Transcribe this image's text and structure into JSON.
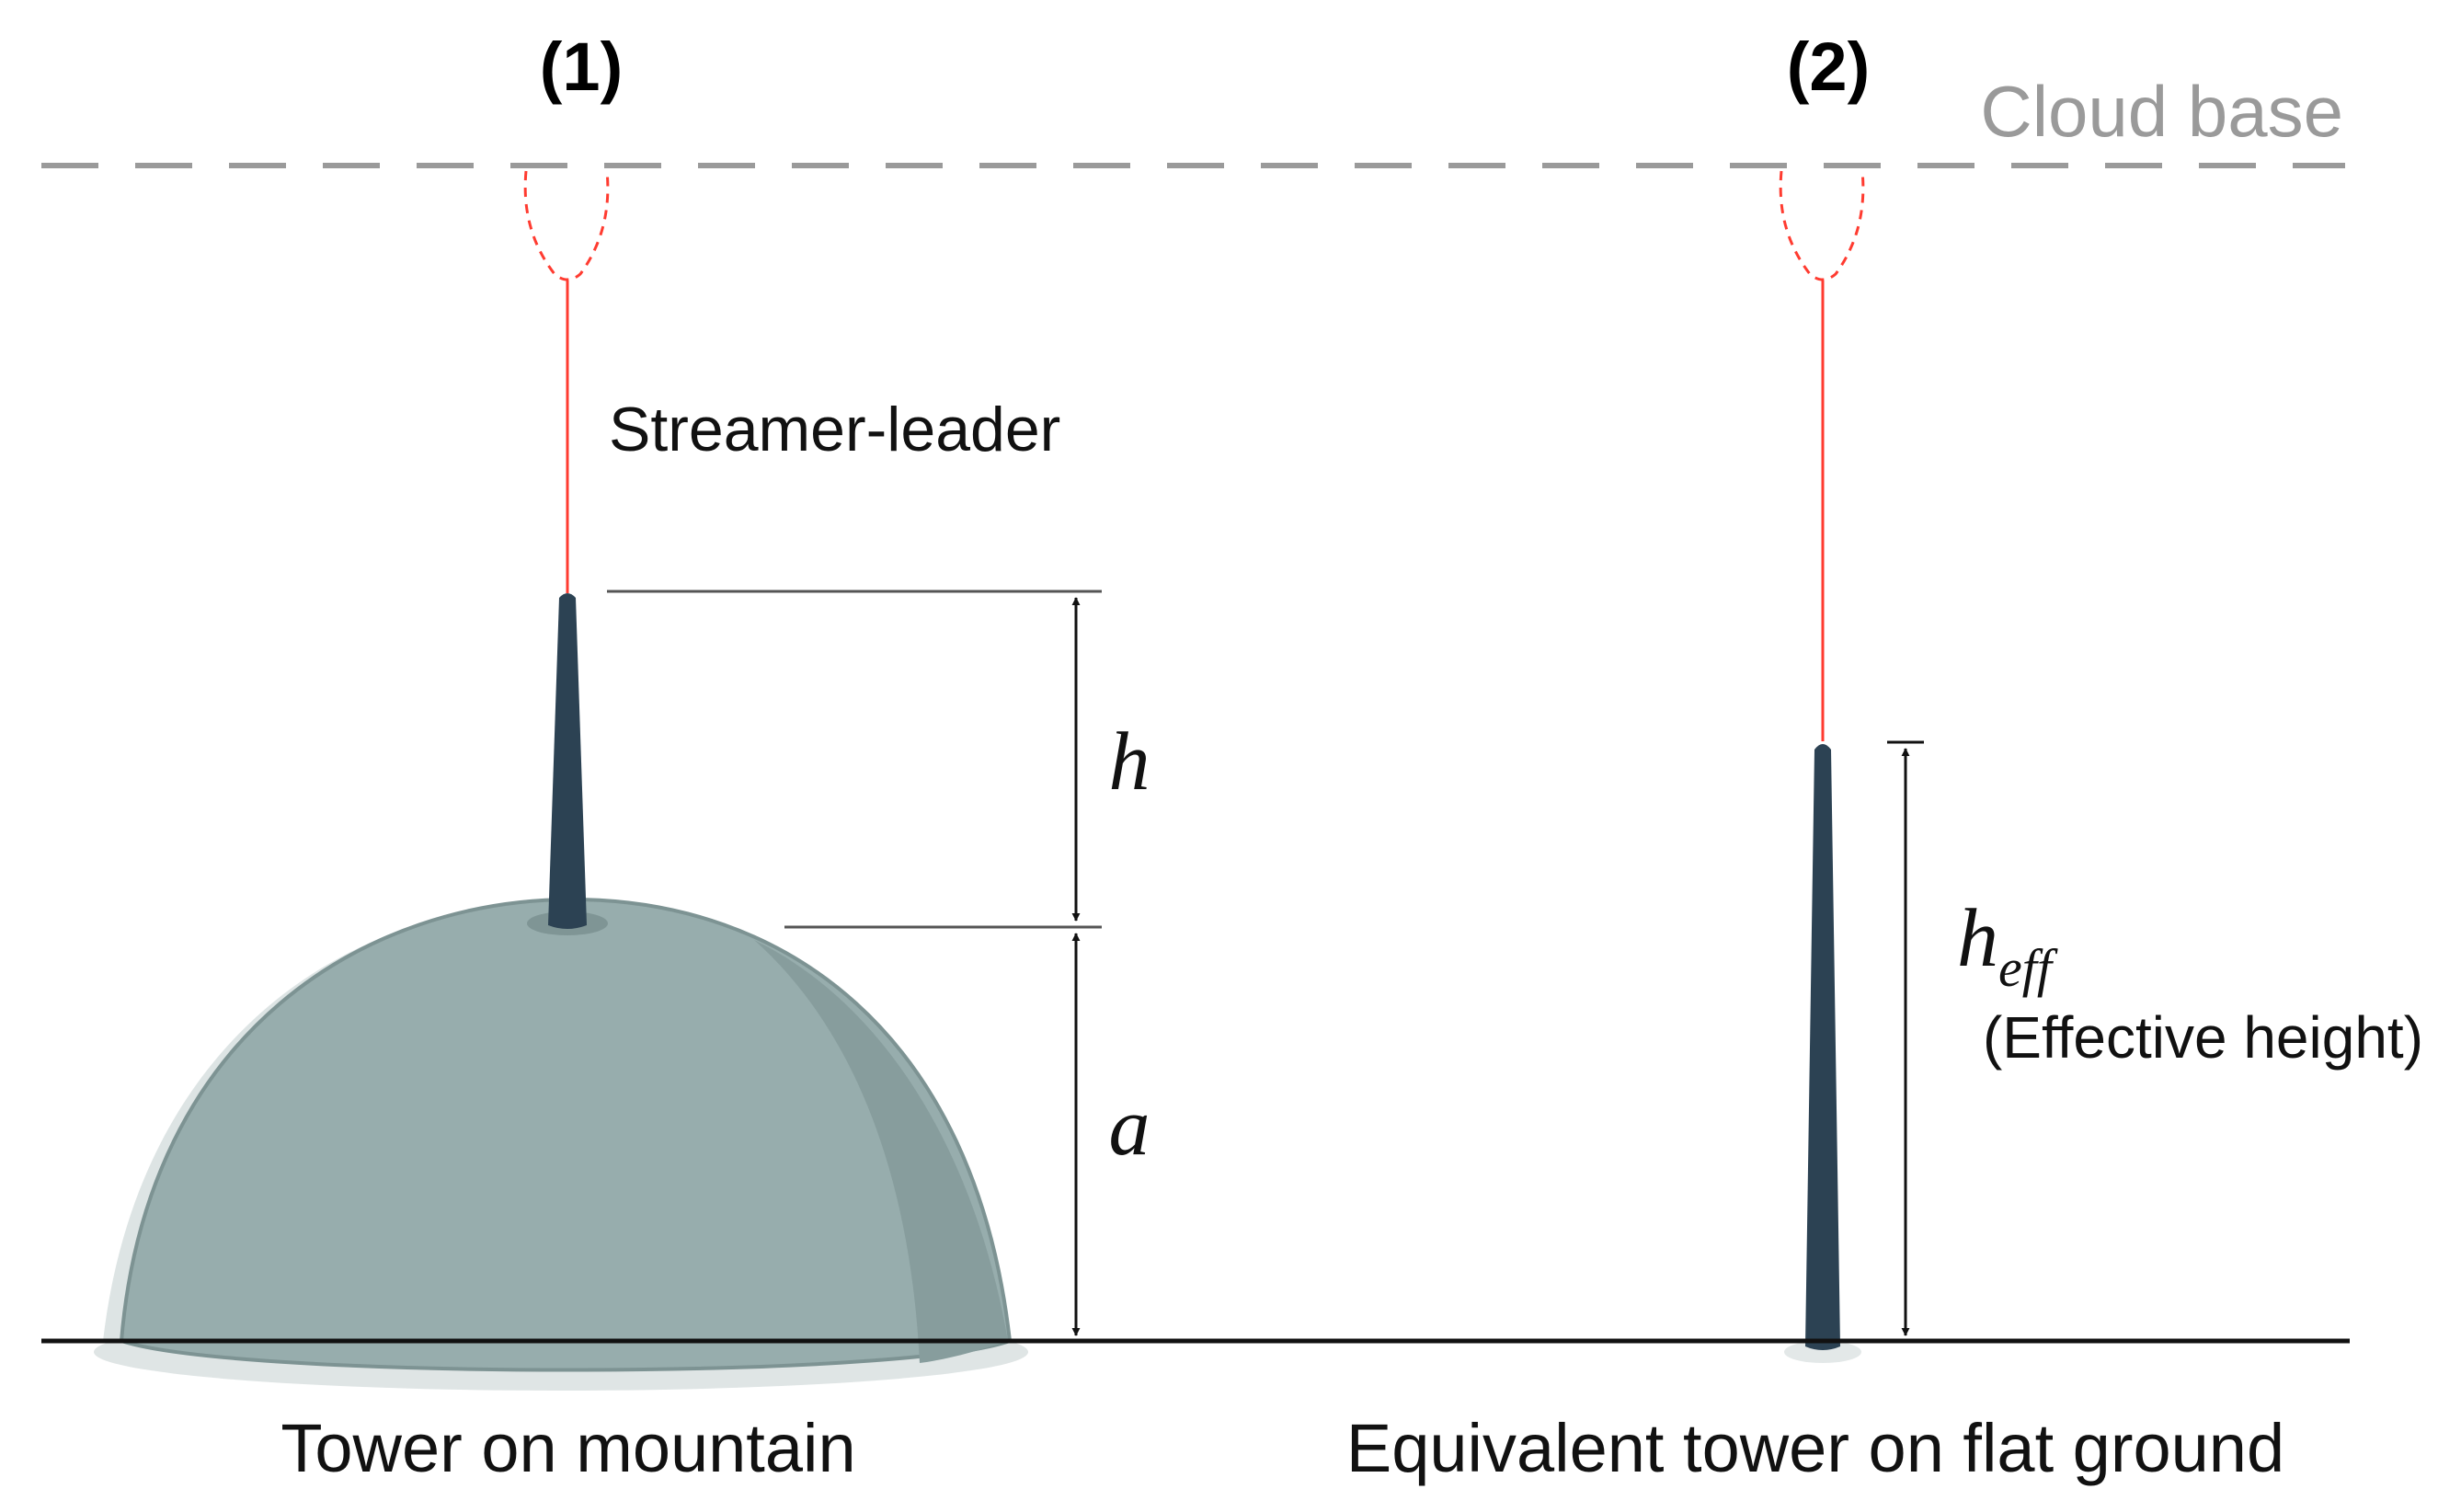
{
  "panels": {
    "left_number": "(1)",
    "right_number": "(2)"
  },
  "cloud_base_label": "Cloud base",
  "streamer_label": "Streamer-leader",
  "dimensions": {
    "h_symbol": "h",
    "a_symbol": "a",
    "heff_base": "h",
    "heff_subscript": "eff",
    "heff_caption": "(Effective height)"
  },
  "captions": {
    "left": "Tower on mountain",
    "right": "Equivalent tower on flat ground"
  },
  "colors": {
    "cloud_base_line": "#9a9a9a",
    "streamer": "#ff3b30",
    "tower": "#2c4253",
    "mountain": "#97adad",
    "ground": "#111111"
  }
}
